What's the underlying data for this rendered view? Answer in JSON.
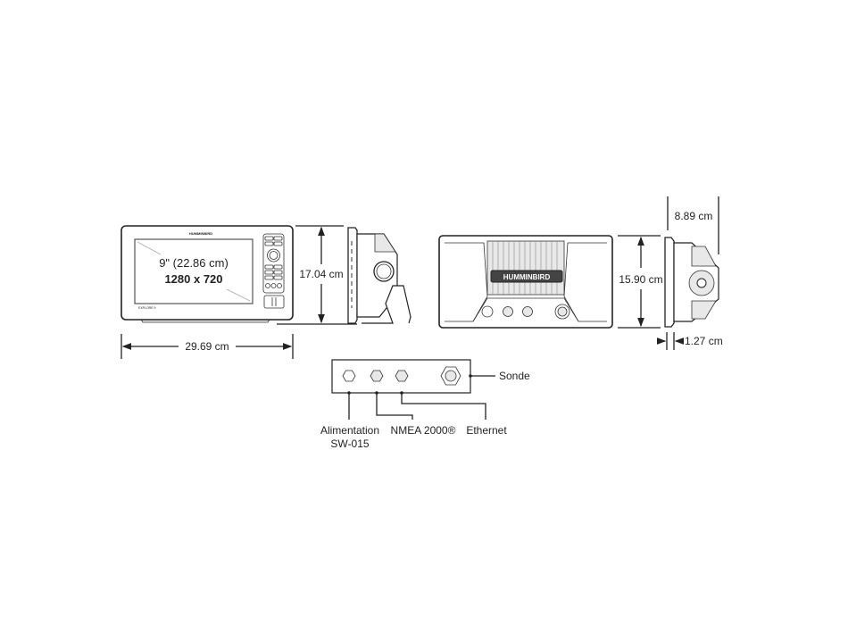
{
  "front_view": {
    "brand": "HUMMINBIRD",
    "model": "EXPLORE 9",
    "screen_size": "9\" (22.86 cm)",
    "resolution": "1280 x 720",
    "height": "17.04 cm",
    "width": "29.69 cm"
  },
  "back_view": {
    "brand": "HUMMINBIRD",
    "height": "15.90 cm",
    "depth": "8.89 cm",
    "bezel_depth": "1.27 cm"
  },
  "connectors": {
    "power": "Alimentation",
    "power_cable": "SW-015",
    "nmea": "NMEA 2000®",
    "ethernet": "Ethernet",
    "sonar": "Sonde"
  }
}
